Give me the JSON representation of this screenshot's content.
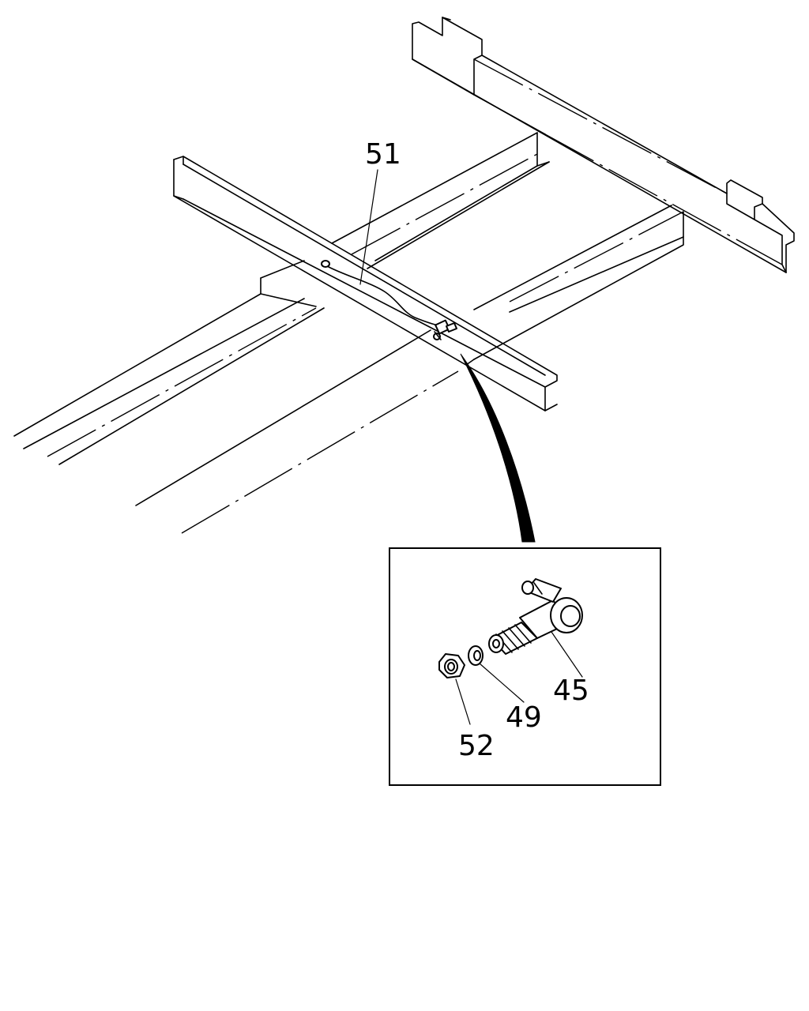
{
  "callouts": {
    "label_51": "51",
    "label_45": "45",
    "label_49": "49",
    "label_52": "52"
  }
}
